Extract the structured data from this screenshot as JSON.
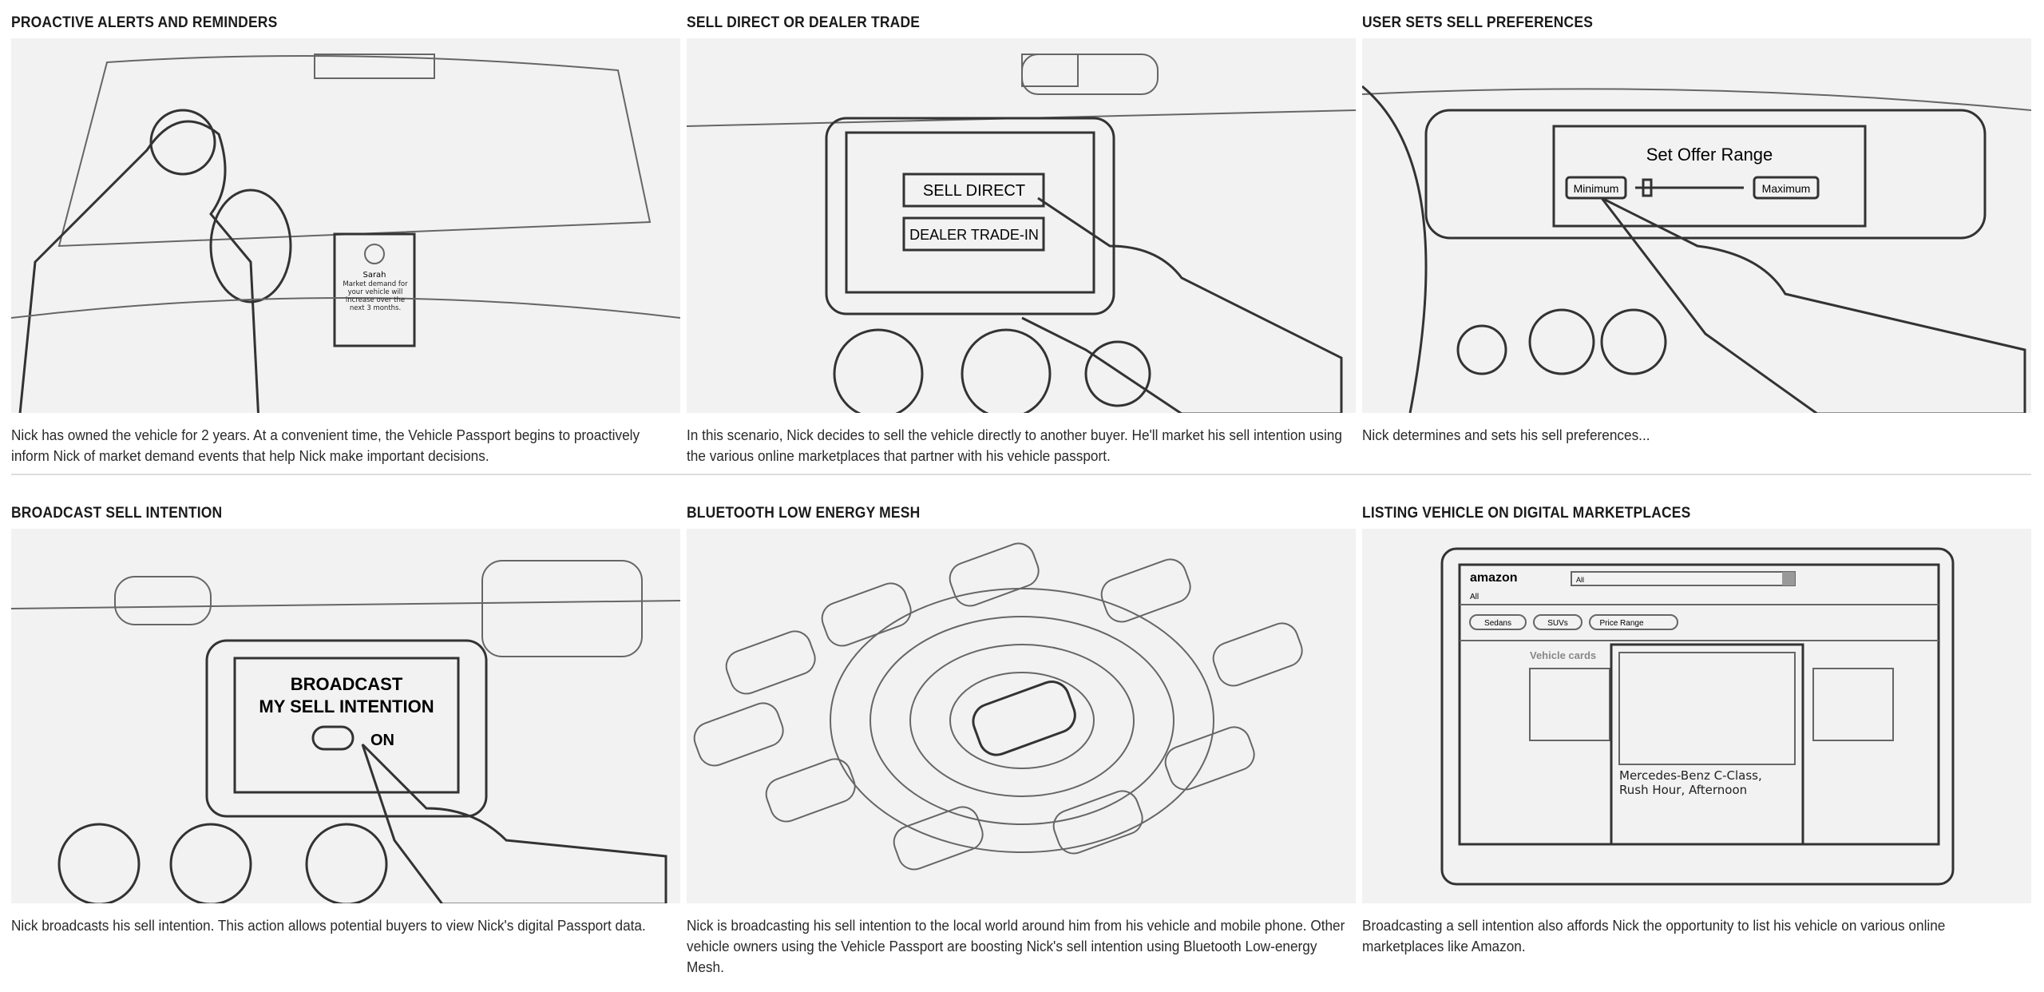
{
  "panels": [
    {
      "title": "PROACTIVE ALERTS AND REMINDERS",
      "caption": "Nick has owned the vehicle for 2 years. At a convenient time, the Vehicle Passport begins to proactively inform Nick of market demand events that help Nick make important decisions.",
      "illustration": {
        "contact": "Sarah",
        "message": "Market demand for your vehicle will increase over the next 3 months."
      }
    },
    {
      "title": "SELL DIRECT OR DEALER TRADE",
      "caption": "In this scenario, Nick decides to sell the vehicle directly to another buyer. He'll market his sell intention using the various online marketplaces that partner with his vehicle passport.",
      "illustration": {
        "option1": "SELL DIRECT",
        "option2": "DEALER TRADE-IN"
      }
    },
    {
      "title": "USER SETS SELL PREFERENCES",
      "caption": "Nick determines and sets his sell preferences...",
      "illustration": {
        "heading": "Set Offer Range",
        "min": "Minimum",
        "max": "Maximum",
        "slider_value": 0.1
      }
    },
    {
      "title": "BROADCAST SELL INTENTION",
      "caption": "Nick broadcasts his sell intention. This action allows potential buyers to view Nick's digital Passport data.",
      "illustration": {
        "line1": "BROADCAST",
        "line2": "MY SELL INTENTION",
        "toggle": "ON"
      }
    },
    {
      "title": "BLUETOOTH LOW ENERGY MESH",
      "caption": "Nick is broadcasting his sell intention to the local world around him from his vehicle and mobile phone. Other vehicle owners using the Vehicle Passport are boosting Nick's sell intention using Bluetooth Low-energy Mesh."
    },
    {
      "title": "LISTING VEHICLE ON DIGITAL MARKETPLACES",
      "caption": "Broadcasting a sell intention also affords Nick the opportunity to list his vehicle on various online marketplaces like Amazon.",
      "illustration": {
        "brand": "amazon",
        "search_scope": "All",
        "menu": "All",
        "filters": [
          "Sedans",
          "SUVs",
          "Price Range"
        ],
        "section": "Vehicle cards",
        "featured": "Mercedes-Benz C-Class, Rush Hour, Afternoon"
      }
    }
  ]
}
